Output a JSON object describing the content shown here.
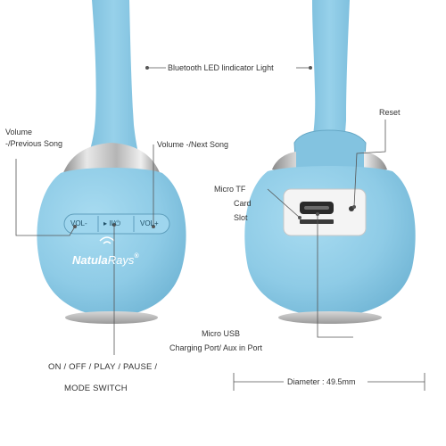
{
  "labels": {
    "bluetooth_led": "Bluetooth LED lindicator Light",
    "reset": "Reset",
    "volume_prev_line1": "Volume",
    "volume_prev_line2": "-/Previous Song",
    "volume_next": "Volume -/Next Song",
    "micro_tf_line1": "Micro TF",
    "micro_tf_line2": "Card",
    "micro_tf_line3": "Slot",
    "micro_usb_line1": "Micro USB",
    "micro_usb_line2": "Charging  Port/ Aux in Port",
    "onoff_line1": "ON / OFF / PLAY / PAUSE /",
    "onoff_line2": "MODE  SWITCH",
    "diameter": "Diameter : 49.5mm"
  },
  "buttons": {
    "vol_minus": "VOL-",
    "play_pause": "▸ II/⏻",
    "vol_plus": "VOL+"
  },
  "brand": {
    "name_left": "Natula",
    "name_right": "Rays",
    "mark": "®"
  },
  "colors": {
    "speaker_blue": "#8ecbe6",
    "speaker_shadow": "#6fb4d4",
    "chrome": "#c9c9c9",
    "label_text": "#333333",
    "leader_line": "#555555"
  }
}
